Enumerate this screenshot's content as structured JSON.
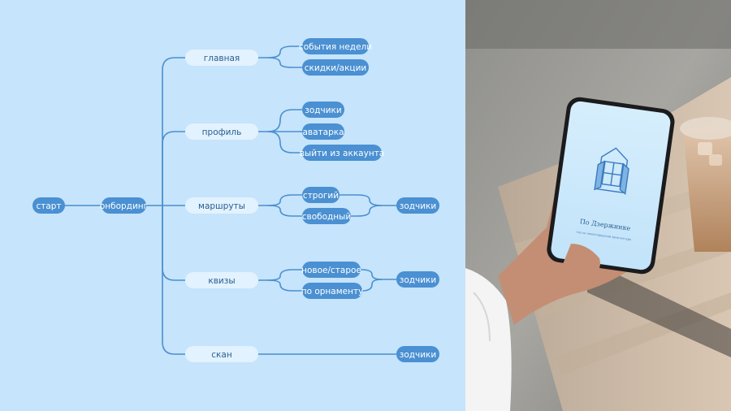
{
  "diagram": {
    "nodes": {
      "start": "старт",
      "onboarding": "онбординг",
      "main": "главная",
      "profile": "профиль",
      "routes": "маршруты",
      "quizzes": "квизы",
      "scan": "скан",
      "main_events": "события недели",
      "main_discounts": "скидки/акции",
      "profile_architects": "зодчики",
      "profile_avatar": "аватарка",
      "profile_logout": "выйти из аккаунта",
      "routes_strict": "строгий",
      "routes_free": "свободный",
      "routes_result": "зодчики",
      "quiz_newold": "новое/старое",
      "quiz_ornament": "по орнаменту",
      "quiz_result": "зодчики",
      "scan_result": "зодчики"
    },
    "colors": {
      "background": "#c6e4fb",
      "primary_node": "#4a90d2",
      "secondary_node": "#e2f2fe",
      "line": "#4a8fd0"
    }
  },
  "photo": {
    "phone_app_title": "По Дзержинке",
    "phone_app_subtitle": "гид по нижегородской архитектуре"
  }
}
